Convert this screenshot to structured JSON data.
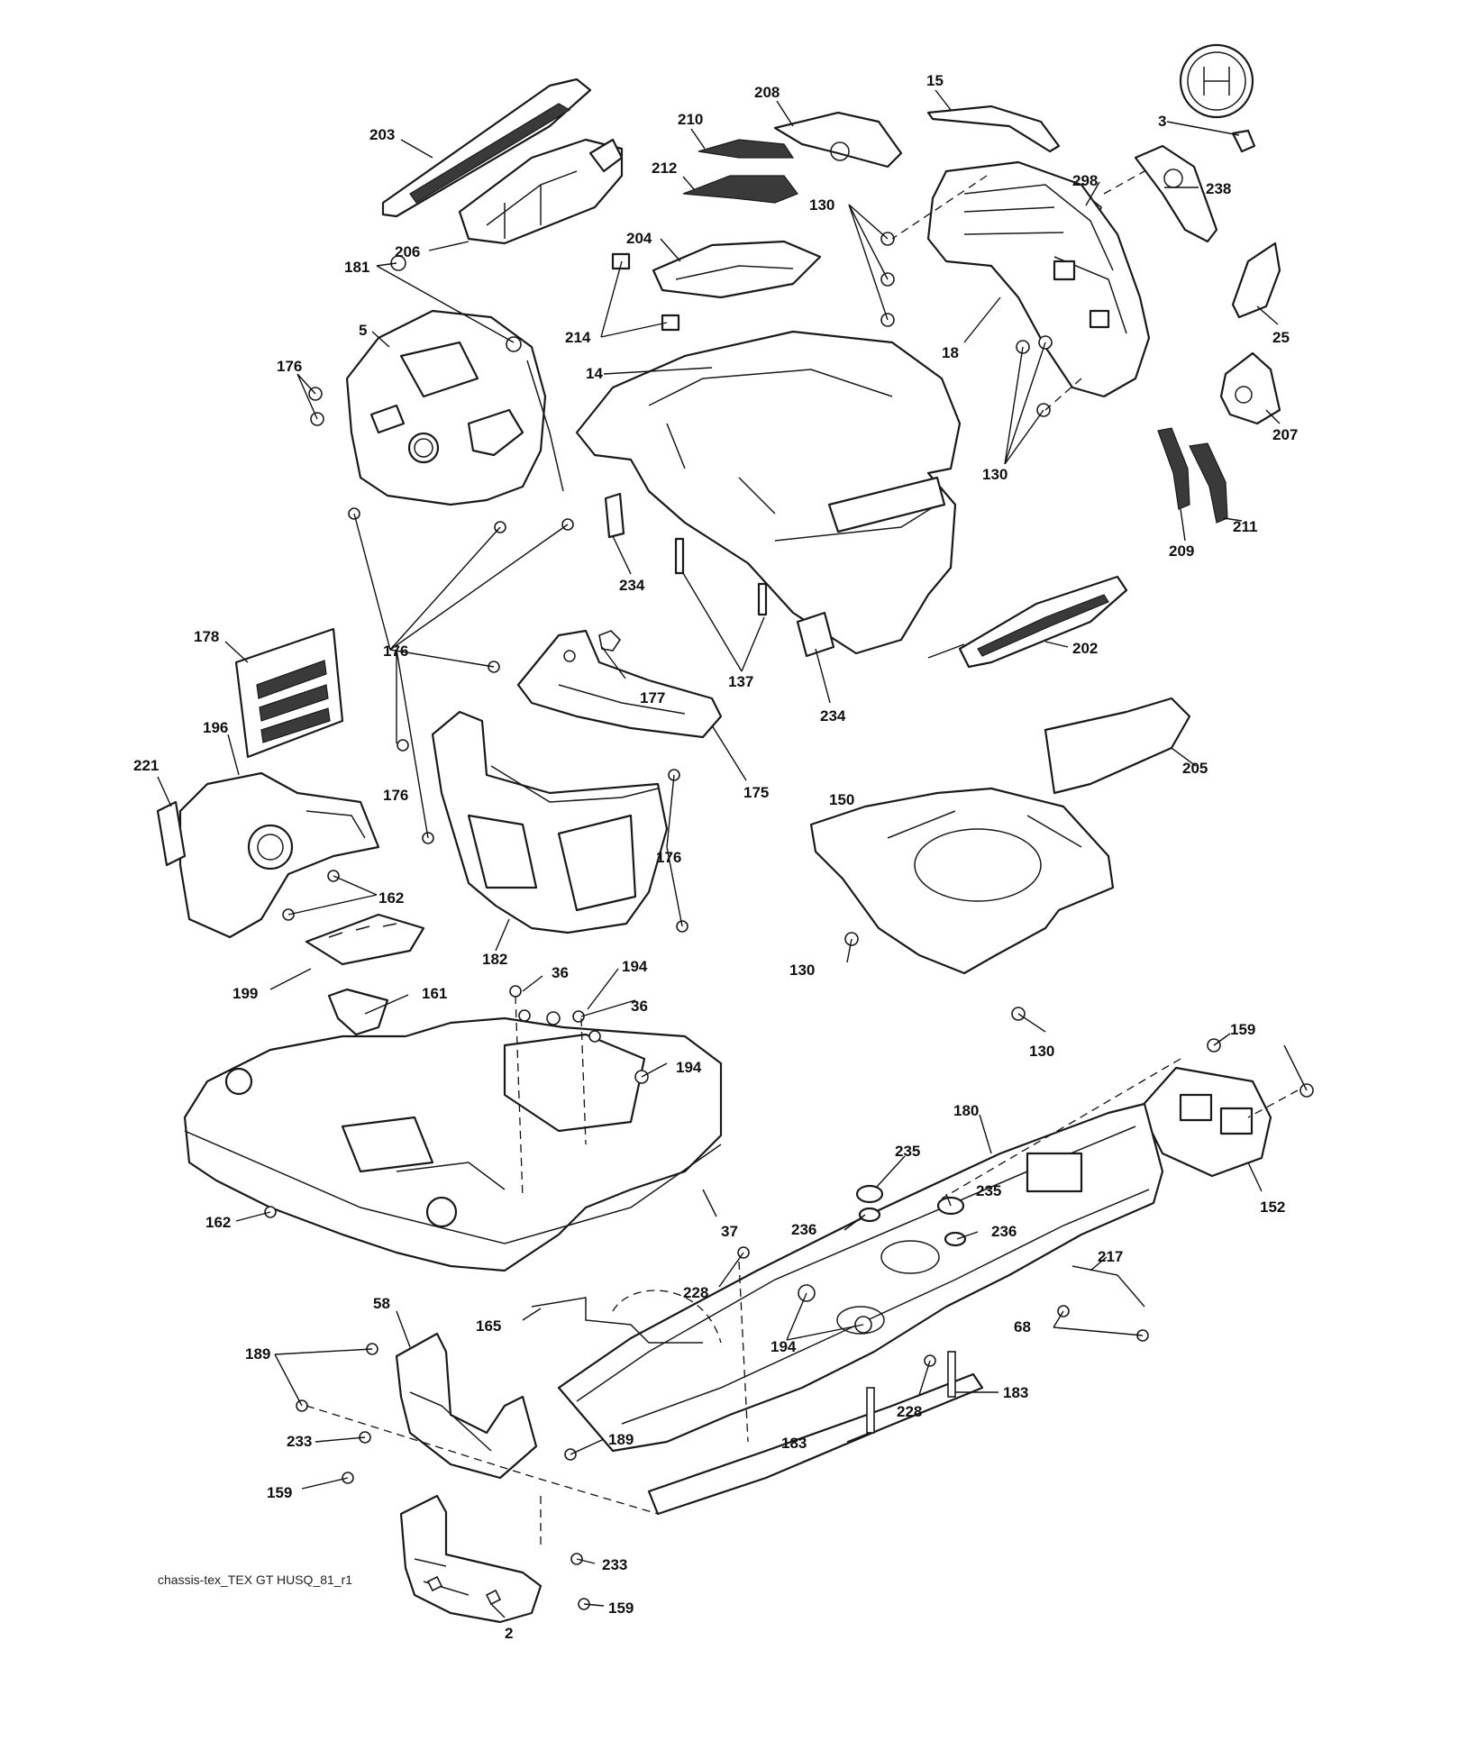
{
  "diagram": {
    "caption": "chassis-tex_TEX GT HUSQ_81_r1",
    "callouts": [
      "203",
      "206",
      "181",
      "5",
      "176",
      "14",
      "204",
      "214",
      "210",
      "212",
      "208",
      "15",
      "130",
      "18",
      "298",
      "238",
      "3",
      "25",
      "207",
      "209",
      "211",
      "234",
      "137",
      "177",
      "175",
      "202",
      "178",
      "196",
      "221",
      "162",
      "182",
      "150",
      "205",
      "199",
      "161",
      "36",
      "194",
      "37",
      "159",
      "180",
      "152",
      "235",
      "236",
      "217",
      "68",
      "162",
      "228",
      "165",
      "58",
      "189",
      "233",
      "183",
      "2"
    ]
  }
}
